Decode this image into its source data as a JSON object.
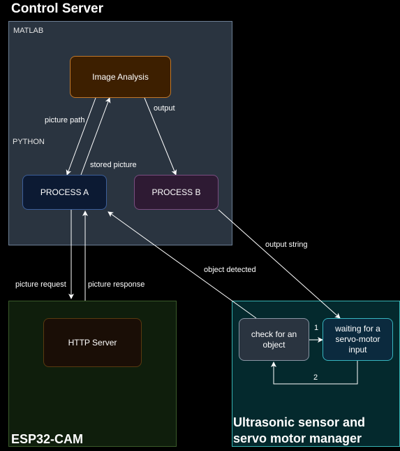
{
  "title": "Control Server",
  "containers": {
    "matlab_label": "MATLAB",
    "python_label": "PYTHON",
    "esp32_title": "ESP32-CAM",
    "ultrasonic_title_line1": "Ultrasonic sensor and",
    "ultrasonic_title_line2": "servo motor manager"
  },
  "nodes": {
    "image_analysis": "Image Analysis",
    "process_a": "PROCESS A",
    "process_b": "PROCESS B",
    "http_server": "HTTP Server",
    "check_object": "check for an object",
    "waiting_servo": "waiting for a servo-motor input"
  },
  "edges": {
    "picture_path": "picture path",
    "stored_picture": "stored picture",
    "output": "output",
    "picture_request": "picture request",
    "picture_response": "picture response",
    "object_detected": "object detected",
    "output_string": "output string",
    "step_1": "1",
    "step_2": "2"
  },
  "colors": {
    "control_server_fill": "#2a3440",
    "esp32_fill": "#0f1e0c",
    "ultrasonic_fill": "#04292d",
    "edge_color": "#ffffff"
  }
}
